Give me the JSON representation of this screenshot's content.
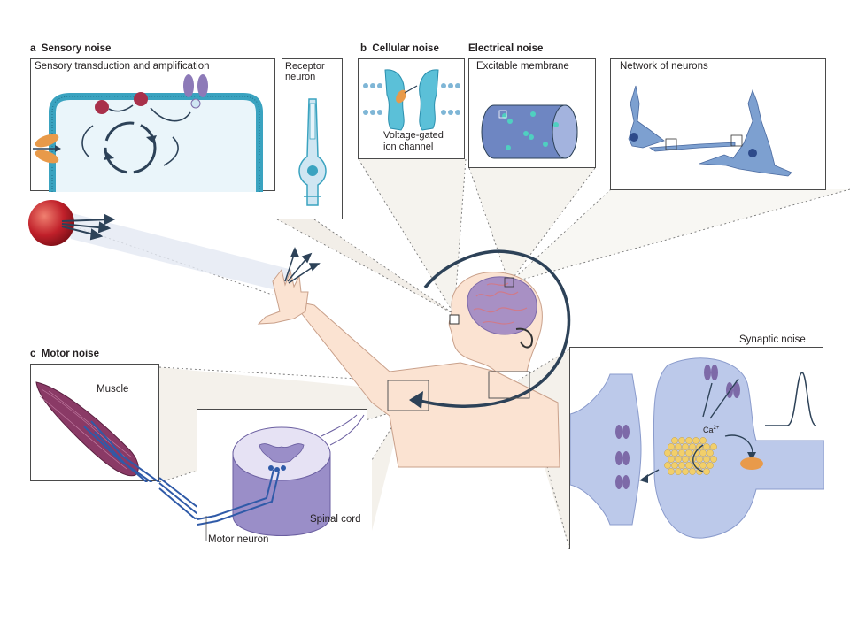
{
  "sections": {
    "a": "a",
    "a_title": "Sensory noise",
    "b": "b",
    "b_title": "Cellular noise",
    "electrical": "Electrical noise",
    "c": "c",
    "c_title": "Motor noise",
    "synaptic": "Synaptic noise"
  },
  "labels": {
    "transduction": "Sensory transduction and amplification",
    "receptor_line1": "Receptor",
    "receptor_line2": "neuron",
    "vg_line1": "Voltage-gated",
    "vg_line2": "ion channel",
    "membrane": "Excitable membrane",
    "network": "Network of neurons",
    "muscle": "Muscle",
    "spinal": "Spinal cord",
    "motor_neuron": "Motor neuron",
    "ca": "Ca",
    "ca_sup": "2+"
  },
  "colors": {
    "membrane_blue": "#3aa3c0",
    "light_blue": "#cfe6f2",
    "cell_blue": "#bcc9ea",
    "purple": "#7d6aa8",
    "red": "#b8202a",
    "orange": "#e89a4a",
    "yellow": "#f2cf6a",
    "skin": "#fbe3d2",
    "muscle": "#7a3a5a",
    "arrow_dark": "#2d4258"
  }
}
